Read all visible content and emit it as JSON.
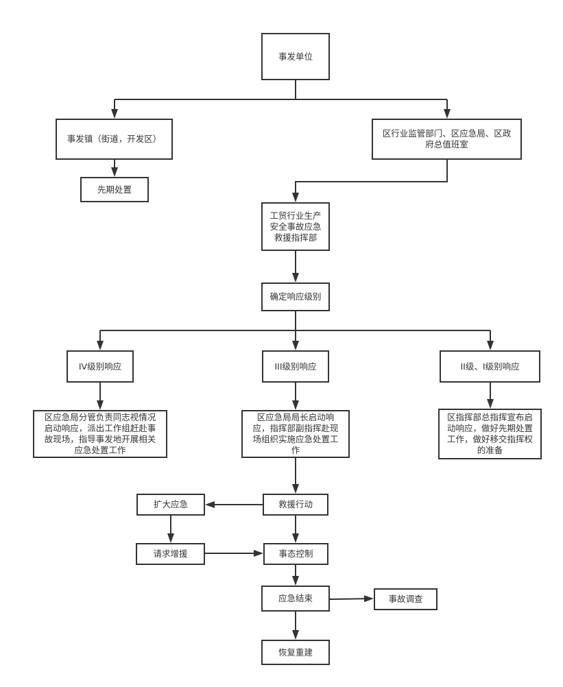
{
  "nodes": {
    "source": {
      "lines": [
        "事发单位"
      ]
    },
    "town": {
      "lines": [
        "事发镇（街道，开发区）"
      ]
    },
    "district": {
      "lines": [
        "区行业监管部门、区应急局、区政",
        "府总值班室"
      ]
    },
    "prior": {
      "lines": [
        "先期处置"
      ]
    },
    "hq": {
      "lines": [
        "工贸行业生产",
        "安全事故应急",
        "救援指挥部"
      ]
    },
    "level": {
      "lines": [
        "确定响应级别"
      ]
    },
    "l4": {
      "lines": [
        "IV级别响应"
      ]
    },
    "l3": {
      "lines": [
        "III级别响应"
      ]
    },
    "l21": {
      "lines": [
        "II级、I级别响应"
      ]
    },
    "l4d": {
      "lines": [
        "区应急局分管负责同志视情况",
        "启动响应，派出工作组赶赴事",
        "故现场，指导事发地开展相关",
        "应急处置工作"
      ]
    },
    "l3d": {
      "lines": [
        "区应急局局长启动响",
        "应，指挥部副指挥赴现",
        "场组织实施应急处置工",
        "作"
      ]
    },
    "l21d": {
      "lines": [
        "区指挥部总指挥宣布启",
        "动响应，做好先期处置",
        "工作，做好移交指挥权",
        "的准备"
      ]
    },
    "rescue": {
      "lines": [
        "救援行动"
      ]
    },
    "expand": {
      "lines": [
        "扩大应急"
      ]
    },
    "request": {
      "lines": [
        "请求增援"
      ]
    },
    "control": {
      "lines": [
        "事态控制"
      ]
    },
    "end": {
      "lines": [
        "应急结束"
      ]
    },
    "investigate": {
      "lines": [
        "事故调查"
      ]
    },
    "rebuild": {
      "lines": [
        "恢复重建"
      ]
    }
  },
  "colors": {
    "stroke": "#333333",
    "background": "#ffffff"
  }
}
